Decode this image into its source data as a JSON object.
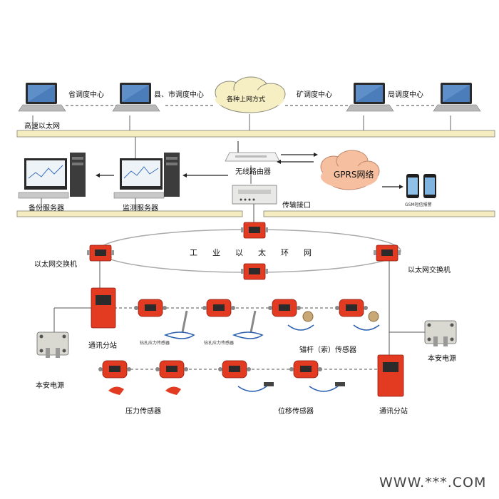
{
  "top_row": {
    "province_center": "省调度中心",
    "county_city_center": "县、市调度中心",
    "cloud": "各种上网方式",
    "mine_center": "矿调度中心",
    "bureau_center": "局调度中心",
    "bus_label": "高速以太网"
  },
  "middle": {
    "wireless_router": "无线路由器",
    "gprs": "GPRS网络",
    "gsm_alarm": "GSM短信报警",
    "backup_server": "备份服务器",
    "monitor_server": "监测服务器",
    "transfer_interface": "传输接口"
  },
  "ring": {
    "label": "工业以太环网",
    "switch_left": "以太网交换机",
    "switch_right": "以太网交换机"
  },
  "field": {
    "substation_left": "通讯分站",
    "substation_right": "通讯分站",
    "power_left": "本安电源",
    "power_right": "本安电源",
    "drill_sensor_1": "钻孔应力传感器",
    "drill_sensor_2": "钻孔应力传感器",
    "anchor_sensor": "锚杆（索）传感器",
    "pressure_sensor": "压力传感器",
    "displacement_sensor": "位移传感器"
  },
  "watermark": "WWW.***.COM",
  "colors": {
    "bus": "#f5ecc0",
    "bus_stroke": "#9a9a8a",
    "cloud": "#f7efc4",
    "gprs_cloud": "#f6bfa0",
    "device_red": "#e23b22",
    "device_dark": "#3a3a3a"
  }
}
